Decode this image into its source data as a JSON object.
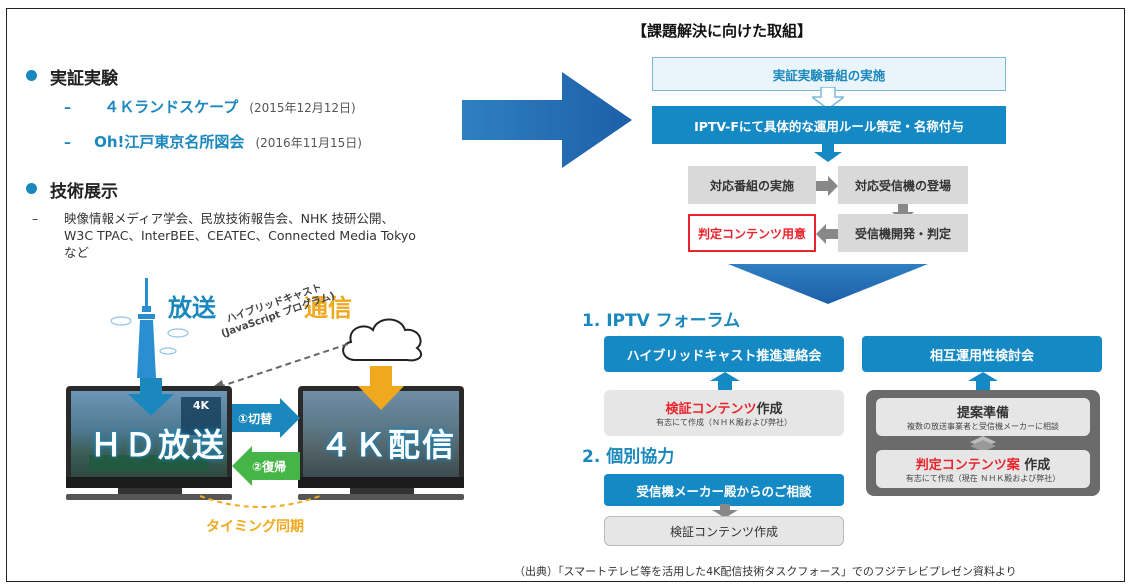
{
  "title": "【課題解決に向けた取組】",
  "left": {
    "experiments_heading": "実証実験",
    "experiments": [
      {
        "dash": "–",
        "name": "４Ｋランドスケープ",
        "date": "(2015年12月12日)"
      },
      {
        "dash": "–",
        "name": "Oh!江戸東京名所図会",
        "date": "(2016年11月15日)"
      }
    ],
    "tech_heading": "技術展示",
    "tech_dash": "–",
    "tech_lines": [
      "映像情報メディア学会、民放技術報告会、NHK 技研公開、",
      "W3C TPAC、InterBEE、CEATEC、Connected Media Tokyo",
      "など"
    ]
  },
  "illustration": {
    "broadcast": "放送",
    "comm": "通信",
    "hybrid_line1": "ハイブリッドキャスト",
    "hybrid_line2": "(JavaScript プログラム)",
    "tv_left_text": "ＨＤ放送",
    "tv_right_text": "４Ｋ配信",
    "tv_left_badge": "4K",
    "switch_label": "①切替",
    "return_label": "②復帰",
    "sync_label": "タイミング同期"
  },
  "flow": {
    "box1": "実証実験番組の実施",
    "box2": "IPTV-Fにて具体的な運用ルール策定・名称付与",
    "box3": "対応番組の実施",
    "box4": "対応受信機の登場",
    "box5": "判定コンテンツ用意",
    "box6": "受信機開発・判定"
  },
  "sections": {
    "sec1": "1. IPTV フォーラム",
    "hybrid_council": "ハイブリッドキャスト推進連絡会",
    "interop_council": "相互運用性検討会",
    "verify_red": "検証コンテンツ",
    "verify_black": "作成",
    "verify_note": "有志にて作成（ＮＨＫ殿および弊社）",
    "proposal": "提案準備",
    "proposal_note": "複数の放送事業者と受信機メーカーに相談",
    "judge_red": "判定コンテンツ案",
    "judge_black": " 作成",
    "judge_note": "有志にて作成（現在 ＮＨＫ殿および弊社）",
    "sec2": "2. 個別協力",
    "maker": "受信機メーカー殿からのご相談",
    "verify_create": "検証コンテンツ作成"
  },
  "source": "（出典）「スマートテレビ等を活用した4K配信技術タスクフォース」でのフジテレビプレゼン資料より",
  "colors": {
    "accent": "#1b88bd",
    "alert": "#e8242d",
    "comm": "#f0a81e",
    "return": "#46b548"
  }
}
